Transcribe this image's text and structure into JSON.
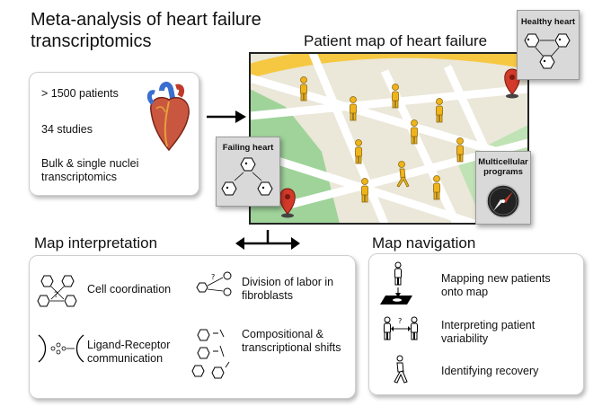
{
  "title": "Meta-analysis of heart failure transcriptomics",
  "summary": {
    "patients": "> 1500 patients",
    "studies": "34 studies",
    "data_type": "Bulk & single nuclei transcriptomics"
  },
  "map": {
    "title": "Patient map of heart failure",
    "healthy_label": "Healthy heart",
    "failing_label": "Failing heart",
    "programs_label": "Multicellular programs"
  },
  "interpretation": {
    "title": "Map interpretation",
    "items": [
      {
        "label": "Cell coordination"
      },
      {
        "label": "Division of labor in fibroblasts"
      },
      {
        "label": "Ligand-Receptor communication"
      },
      {
        "label": "Compositional & transcriptional shifts"
      }
    ]
  },
  "navigation": {
    "title": "Map navigation",
    "items": [
      {
        "label": "Mapping new patients onto map"
      },
      {
        "label": "Interpreting patient variability"
      },
      {
        "label": "Identifying recovery"
      }
    ]
  },
  "colors": {
    "road_yellow": "#f6c842",
    "park_green": "#9fd39a",
    "person_yellow": "#f0b31a",
    "pin_red": "#d23a2a",
    "map_bg": "#ebe7d9"
  }
}
